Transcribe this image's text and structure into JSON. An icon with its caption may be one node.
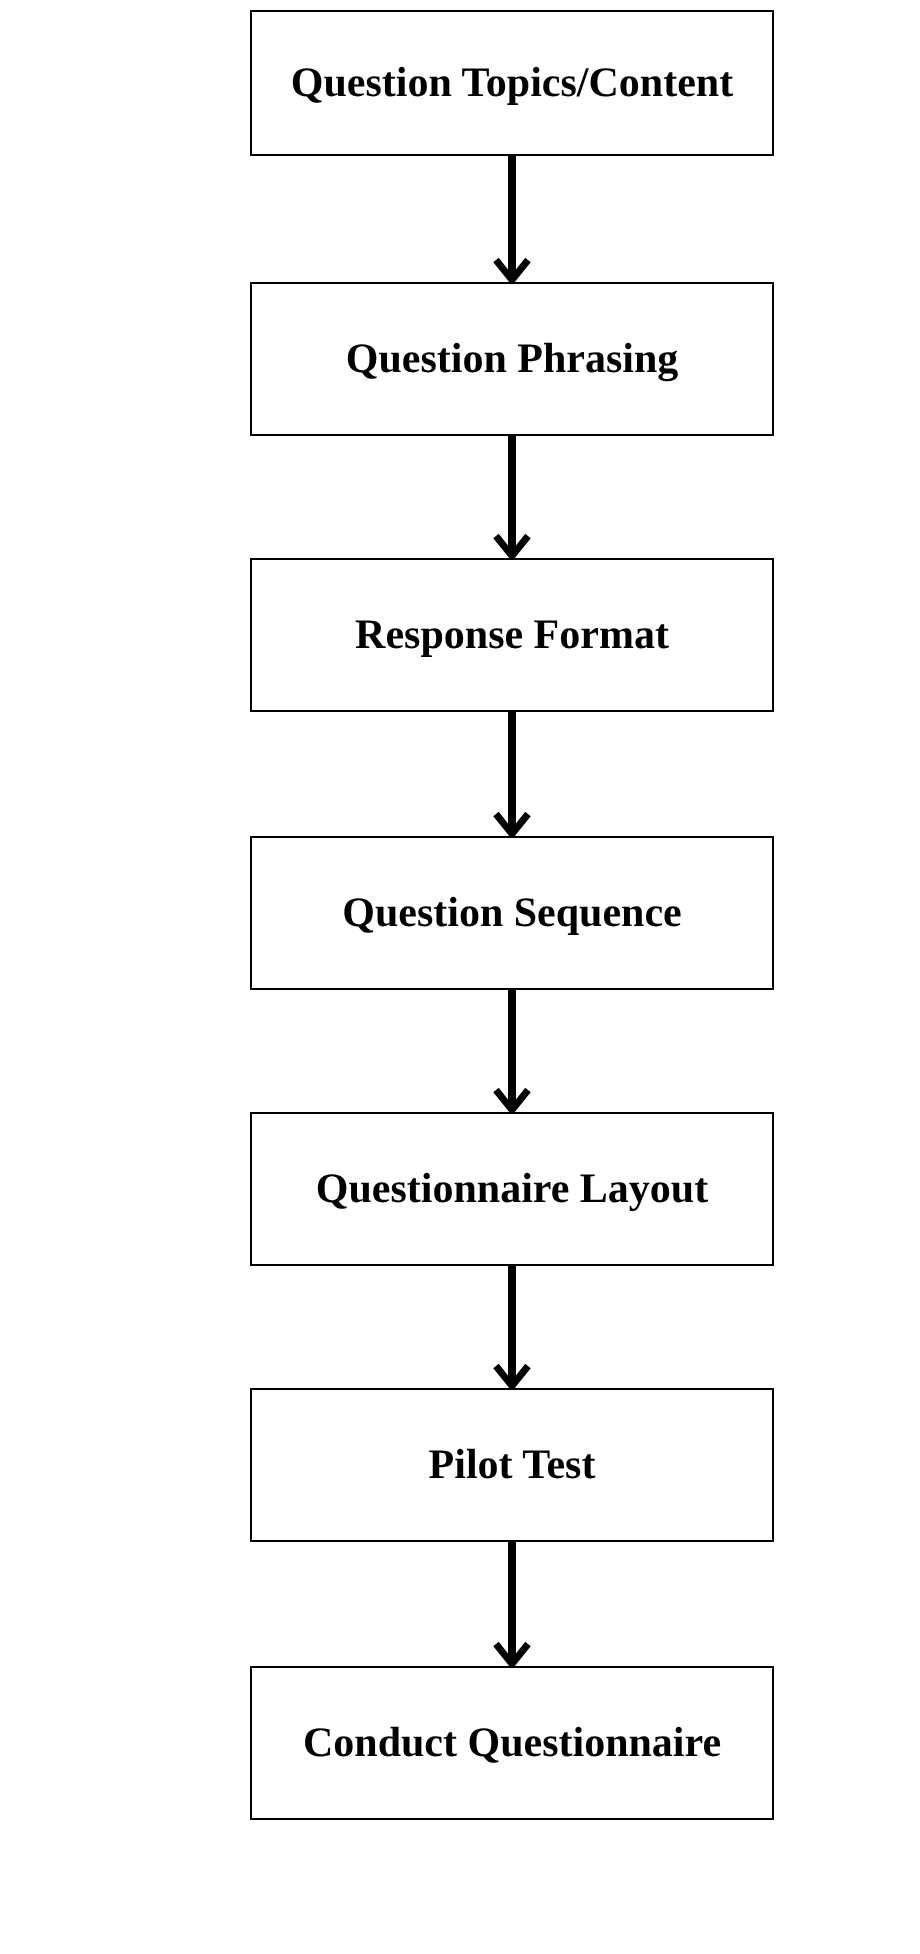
{
  "diagram": {
    "nodes": [
      {
        "text": [
          "Question Topics/Content"
        ]
      },
      {
        "text": [
          "Question Phrasing"
        ]
      },
      {
        "text": [
          "Response Format"
        ]
      },
      {
        "text": [
          "Question Sequence"
        ]
      },
      {
        "text": [
          "Questionnaire Layout"
        ]
      },
      {
        "text": [
          "Pilot Test"
        ]
      },
      {
        "text": [
          "Conduct Questionnaire"
        ]
      }
    ],
    "edges": [
      {
        "from": 0,
        "to": 1,
        "arrow": "to"
      },
      {
        "from": 1,
        "to": 2,
        "arrow": "to"
      },
      {
        "from": 2,
        "to": 3,
        "arrow": "to"
      },
      {
        "from": 3,
        "to": 4,
        "arrow": "to"
      },
      {
        "from": 4,
        "to": 5,
        "arrow": "to"
      },
      {
        "from": 5,
        "to": 6,
        "arrow": "to"
      }
    ]
  }
}
